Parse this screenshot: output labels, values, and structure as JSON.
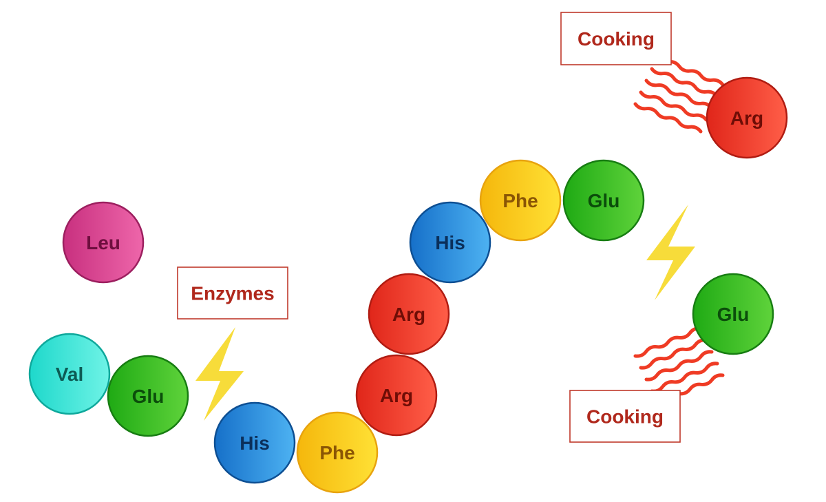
{
  "palette": {
    "pink": {
      "light": "#ee66aa",
      "dark": "#c8307f",
      "stroke": "#9c1f5f",
      "text": "#6e0e3e"
    },
    "cyan": {
      "light": "#6ff3e6",
      "dark": "#1ed8cb",
      "stroke": "#0ea89b",
      "text": "#0d5b54"
    },
    "green": {
      "light": "#5fd33b",
      "dark": "#1faa14",
      "stroke": "#177d12",
      "text": "#0b4d0b"
    },
    "blue": {
      "light": "#4db2f2",
      "dark": "#1670c9",
      "stroke": "#0d4f93",
      "text": "#0b2f5a"
    },
    "yellow": {
      "light": "#ffe135",
      "dark": "#f5b70c",
      "stroke": "#e8a30e",
      "text": "#8a5505"
    },
    "red": {
      "light": "#ff5e48",
      "dark": "#e0261a",
      "stroke": "#b01c12",
      "text": "#6e0d06"
    },
    "label_border": "#c0392b",
    "label_text": "#b0281c",
    "bolt": "#f7dc3a",
    "heat": "#ef3b24"
  },
  "diagram": {
    "amino_acids": [
      {
        "id": "leu",
        "label": "Leu",
        "color": "pink",
        "name": "leu-amino-acid-circle"
      },
      {
        "id": "val",
        "label": "Val",
        "color": "cyan",
        "name": "val-amino-acid-circle"
      },
      {
        "id": "glu1",
        "label": "Glu",
        "color": "green",
        "name": "glu-amino-acid-circle"
      },
      {
        "id": "his1",
        "label": "His",
        "color": "blue",
        "name": "his-amino-acid-circle"
      },
      {
        "id": "phe1",
        "label": "Phe",
        "color": "yellow",
        "name": "phe-amino-acid-circle"
      },
      {
        "id": "arg1",
        "label": "Arg",
        "color": "red",
        "name": "arg-amino-acid-circle"
      },
      {
        "id": "arg2",
        "label": "Arg",
        "color": "red",
        "name": "arg-amino-acid-circle"
      },
      {
        "id": "his2",
        "label": "His",
        "color": "blue",
        "name": "his-amino-acid-circle"
      },
      {
        "id": "phe2",
        "label": "Phe",
        "color": "yellow",
        "name": "phe-amino-acid-circle"
      },
      {
        "id": "glu2",
        "label": "Glu",
        "color": "green",
        "name": "glu-amino-acid-circle"
      },
      {
        "id": "glu3",
        "label": "Glu",
        "color": "green",
        "name": "glu-amino-acid-circle"
      },
      {
        "id": "arg3",
        "label": "Arg",
        "color": "red",
        "name": "arg-amino-acid-circle"
      }
    ],
    "labels": [
      {
        "id": "enzymes",
        "text": "Enzymes",
        "name": "enzymes-label-box"
      },
      {
        "id": "cooking1",
        "text": "Cooking",
        "name": "cooking-label-box"
      },
      {
        "id": "cooking2",
        "text": "Cooking",
        "name": "cooking-label-box"
      }
    ],
    "icons": [
      {
        "id": "bolt1",
        "name": "lightning-bolt-icon"
      },
      {
        "id": "bolt2",
        "name": "lightning-bolt-icon"
      },
      {
        "id": "heat1",
        "name": "heat-waves-icon"
      },
      {
        "id": "heat2",
        "name": "heat-waves-icon"
      }
    ]
  }
}
